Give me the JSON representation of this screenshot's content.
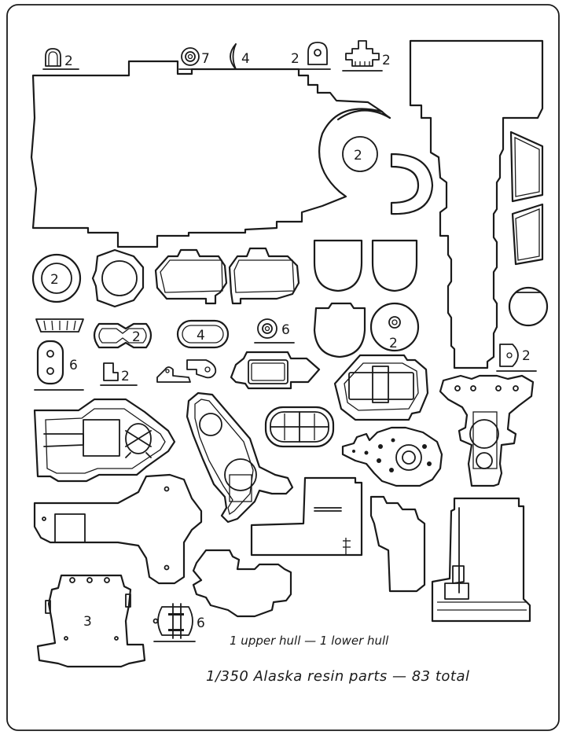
{
  "labels": {
    "q_top_arch": "2",
    "q_ring": "7",
    "q_half_moon": "4",
    "q_tower": "2",
    "q_deckhouse": "2",
    "q_deck_disc": "2",
    "q_left_disc": "2",
    "q_oval_frame": "2",
    "q_slot": "4",
    "q_small_ring": "6",
    "q_round_disc": "2",
    "q_d_shape": "2",
    "q_rounded_rect": "6",
    "q_step_bracket": "2",
    "q_block": "3",
    "q_fitting": "6"
  },
  "notes": {
    "hull_line": "1 upper hull  —  1 lower hull",
    "caption": "1/350 Alaska resin parts — 83 total"
  },
  "colors": {
    "line": "#1a1a1a",
    "background": "#ffffff"
  }
}
